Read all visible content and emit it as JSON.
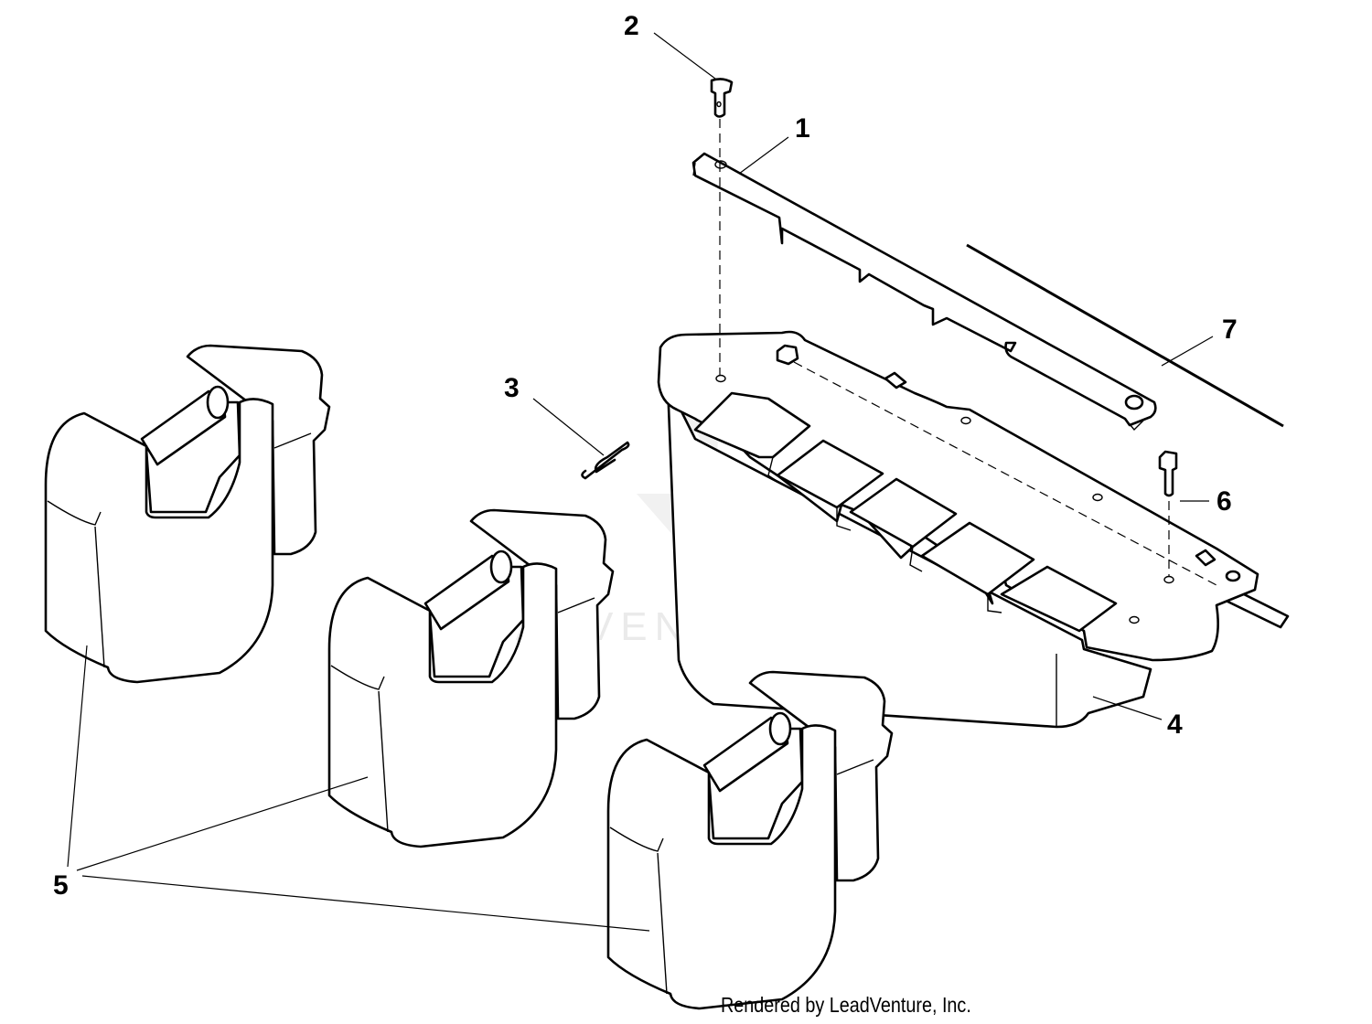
{
  "callouts": {
    "c1": "1",
    "c2": "2",
    "c3": "3",
    "c4": "4",
    "c5": "5",
    "c6": "6",
    "c7": "7"
  },
  "watermark": {
    "text": "LEADVENTURE"
  },
  "footer": {
    "credit": "Rendered by LeadVenture, Inc."
  }
}
